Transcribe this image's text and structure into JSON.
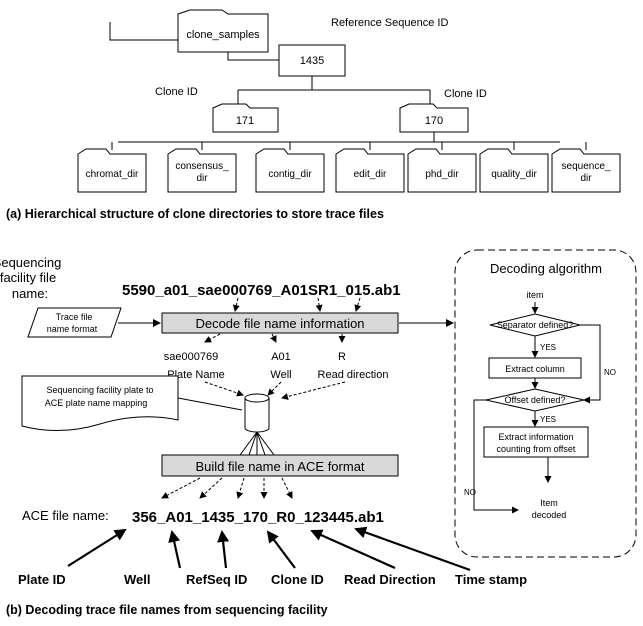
{
  "part_a": {
    "caption": "(a) Hierarchical structure of clone directories to store trace files",
    "root": "clone_samples",
    "reference_label": "Reference Sequence ID",
    "reference_node": "1435",
    "clone_label_left": "Clone ID",
    "clone_label_right": "Clone ID",
    "clone_left": "171",
    "clone_right": "170",
    "dirs": [
      {
        "l1": "chromat_dir",
        "l2": ""
      },
      {
        "l1": "consensus_",
        "l2": "dir"
      },
      {
        "l1": "contig_dir",
        "l2": ""
      },
      {
        "l1": "edit_dir",
        "l2": ""
      },
      {
        "l1": "phd_dir",
        "l2": ""
      },
      {
        "l1": "quality_dir",
        "l2": ""
      },
      {
        "l1": "sequence_",
        "l2": "dir"
      }
    ]
  },
  "part_b": {
    "caption": "(b) Decoding trace file names from sequencing facility",
    "facility_label": [
      "Sequencing",
      "facility file",
      "name:"
    ],
    "facility_filename": "5590_a01_sae000769_A01SR1_015.ab1",
    "trace_format": [
      "Trace file",
      "name format"
    ],
    "decode_box": "Decode file name information",
    "parts": [
      {
        "value": "sae000769",
        "label": "Plate Name"
      },
      {
        "value": "A01",
        "label": "Well"
      },
      {
        "value": "R",
        "label": "Read direction"
      }
    ],
    "mapping_doc": [
      "Sequencing facility plate to",
      "ACE plate name mapping"
    ],
    "build_box": "Build file name in ACE  format",
    "ace_label": "ACE file name:",
    "ace_filename": "356_A01_1435_170_R0_123445.ab1",
    "bottom_labels": [
      "Plate ID",
      "Well",
      "RefSeq ID",
      "Clone ID",
      "Read Direction",
      "Time stamp"
    ],
    "algorithm": {
      "title": "Decoding algorithm",
      "item": "item",
      "separator_q": "Separator defined?",
      "yes1": "YES",
      "no1": "NO",
      "extract_column": "Extract column",
      "offset_q": "Offset defined?",
      "yes2": "YES",
      "no2": "NO",
      "extract_info": [
        "Extract information",
        "counting from offset"
      ],
      "decoded": [
        "Item",
        "decoded"
      ]
    }
  }
}
